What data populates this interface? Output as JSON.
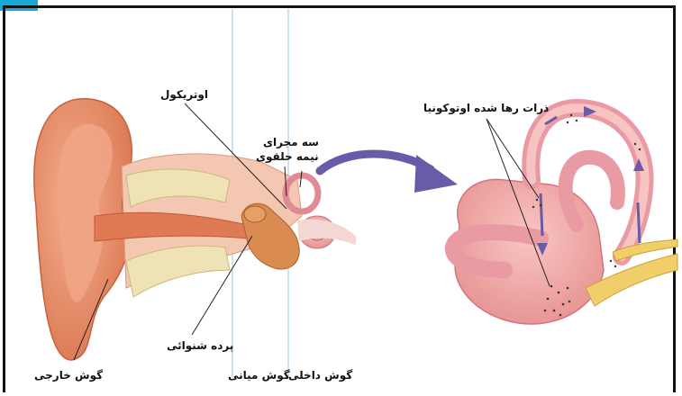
{
  "labels": {
    "auricle": "اوتریکول",
    "canals_line1": "سه مجرای",
    "canals_line2": "نیمه حلقوی",
    "otoconia": "ذرات رها شده اوتوکونیا",
    "eardrum": "پرده شنوائی",
    "outer_ear": "گوش خارجی",
    "middle_ear": "گوش میانی",
    "inner_ear": "گوش داخلی"
  },
  "colors": {
    "accent": "#18a8d8",
    "skin": "#e98f70",
    "tissue_pink": "#f1a6a6",
    "bone": "#efe2b4",
    "arrow": "#6a5ba8"
  }
}
